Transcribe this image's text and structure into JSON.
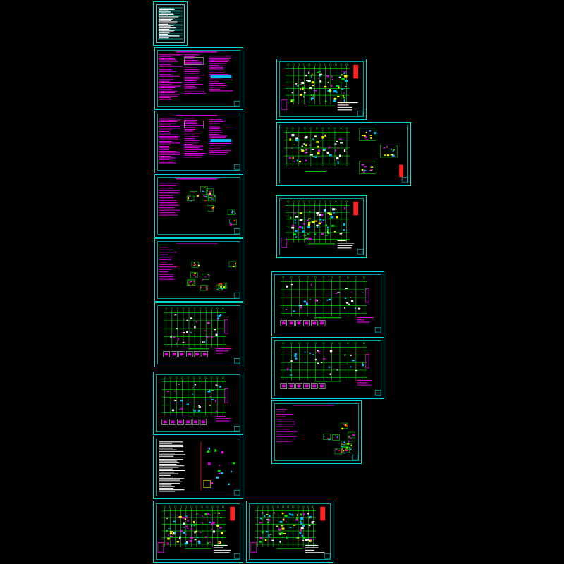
{
  "drawing_set": {
    "colors": {
      "frame": "#00d8d8",
      "grid": "#00e000",
      "text": "#e000e0",
      "highlight": "#ffff00",
      "accent": "#00c0ff",
      "title_block": "#ff2020",
      "white": "#ffffff"
    },
    "sheets": [
      {
        "id": "cover-index",
        "kind": "index"
      },
      {
        "id": "notes-1",
        "kind": "notes"
      },
      {
        "id": "notes-2",
        "kind": "notes"
      },
      {
        "id": "details-1",
        "kind": "details"
      },
      {
        "id": "details-2",
        "kind": "details"
      },
      {
        "id": "plan-a",
        "kind": "plan"
      },
      {
        "id": "plan-b",
        "kind": "plan"
      },
      {
        "id": "section-notes",
        "kind": "section"
      },
      {
        "id": "plan-color-1",
        "kind": "plan-color"
      },
      {
        "id": "plan-color-2",
        "kind": "plan-color"
      },
      {
        "id": "plan-right-1",
        "kind": "plan-color"
      },
      {
        "id": "plan-right-2",
        "kind": "plan-detail"
      },
      {
        "id": "plan-right-3",
        "kind": "plan-color"
      },
      {
        "id": "plan-right-4",
        "kind": "plan"
      },
      {
        "id": "plan-right-5",
        "kind": "plan"
      },
      {
        "id": "stair-detail",
        "kind": "details"
      }
    ]
  }
}
